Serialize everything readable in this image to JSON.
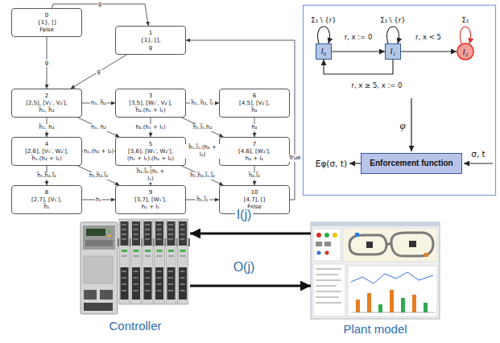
{
  "diagram": {
    "nodes": [
      {
        "text": [
          "0",
          "{1}, []",
          "False"
        ]
      },
      {
        "text": [
          "1",
          "{1}, [],",
          "g"
        ]
      },
      {
        "text": [
          "2",
          "[2,5], [V₁′, V₂′],",
          "h̅₁, h̅₂"
        ]
      },
      {
        "text": [
          "3",
          "[3,5], [W₁′, V₂′],",
          "h̅₂.(h₁ + l₁)"
        ]
      },
      {
        "text": [
          "4",
          "[2,6], [V₁′, W₂′],",
          "h̅₁.(h₂ + l₂)"
        ]
      },
      {
        "text": [
          "5",
          "[3,6], [W₁′, W₂′],",
          "(h₁ + l₁).(h₂ + l₂)"
        ]
      },
      {
        "text": [
          "6",
          "[4,5], [V₂′],",
          "h̅₂"
        ]
      },
      {
        "text": [
          "7",
          "[4,6], [W₂′],",
          "h₂ + l₂"
        ]
      },
      {
        "text": [
          "8",
          "[2,7], [V₁′],",
          "h̅₁"
        ]
      },
      {
        "text": [
          "9",
          "[3,7], [W₁′],",
          "h₁ + l₁"
        ]
      },
      {
        "text": [
          "10",
          "[4,7], []",
          "False"
        ]
      },
      {
        "text": [
          "l₀"
        ]
      },
      {
        "text": [
          "l₁"
        ]
      },
      {
        "text": [
          "l₂"
        ]
      },
      {
        "text": [
          "Enforcement function"
        ]
      },
      {
        "text": [
          "Controller"
        ]
      },
      {
        "text": [
          "Plant model"
        ]
      }
    ],
    "edges": [
      {
        "from": 0,
        "to": 1,
        "arrow": "to",
        "label": "g"
      },
      {
        "from": 1,
        "to": 2,
        "arrow": "to",
        "label": "g"
      },
      {
        "from": 0,
        "to": 2,
        "arrow": "to",
        "label": "g"
      },
      {
        "from": 2,
        "to": 3,
        "arrow": "to",
        "label": "h₁, h̅₂"
      },
      {
        "from": 3,
        "to": 6,
        "arrow": "to",
        "label": "h̅₁, h̅₂, l̅₁"
      },
      {
        "from": 2,
        "to": 4,
        "arrow": "to",
        "label": "h̅₁, h₂"
      },
      {
        "from": 2,
        "to": 5,
        "arrow": "to",
        "label": "h₁, h₂"
      },
      {
        "from": 3,
        "to": 5,
        "arrow": "to",
        "label": "h₂.(h₁ + l₁)"
      },
      {
        "from": 3,
        "to": 7,
        "arrow": "to",
        "label": "h̅₁.l̅₁.h₂"
      },
      {
        "from": 6,
        "to": 7,
        "arrow": "to",
        "label": "h₂"
      },
      {
        "from": 4,
        "to": 5,
        "arrow": "to",
        "label": "h₁.(h₂ + l₂)"
      },
      {
        "from": 4,
        "to": 8,
        "arrow": "to",
        "label": "h̅₁.h̅₂.l̅₂"
      },
      {
        "from": 4,
        "to": 9,
        "arrow": "to",
        "label": "h₁.h̅₂.l̅₂"
      },
      {
        "from": 5,
        "to": 7,
        "arrow": "to",
        "label": "h̅₁.l̅₁.(h₂ + l₂)"
      },
      {
        "from": 5,
        "to": 9,
        "arrow": "to",
        "label": "h̅₂.l̅₂.(h₁ + l₁)"
      },
      {
        "from": 5,
        "to": 10,
        "arrow": "to",
        "label": "h̅₁.h̅₂.l̅₁.l̅₂"
      },
      {
        "from": 7,
        "to": 10,
        "arrow": "to",
        "label": "h̅₂.l̅₂"
      },
      {
        "from": 8,
        "to": 9,
        "arrow": "to",
        "label": "h₁"
      },
      {
        "from": 9,
        "to": 10,
        "arrow": "to",
        "label": "h̅₁.l̅₁"
      },
      {
        "from": 10,
        "to": 1,
        "arrow": "to",
        "label": "True"
      },
      {
        "from": 11,
        "to": 11,
        "arrow": "to",
        "label": "Σ₁ \\ {r}"
      },
      {
        "from": 11,
        "to": 12,
        "arrow": "to",
        "label": "r, x := 0"
      },
      {
        "from": 12,
        "to": 11,
        "arrow": "to",
        "label": "r, x ≥ 5, x := 0"
      },
      {
        "from": 12,
        "to": 12,
        "arrow": "to",
        "label": "Σ₁ \\ {r}"
      },
      {
        "from": 12,
        "to": 13,
        "arrow": "to",
        "label": "r, x < 5"
      },
      {
        "from": 13,
        "to": 13,
        "arrow": "to",
        "label": "Σ₁"
      },
      {
        "from": 16,
        "to": 15,
        "arrow": "to",
        "label": "I(j)"
      },
      {
        "from": 15,
        "to": 16,
        "arrow": "to",
        "label": "O(j)"
      }
    ],
    "labels": [
      "φ",
      "Eφ(σ, t)",
      "σ, t"
    ]
  }
}
